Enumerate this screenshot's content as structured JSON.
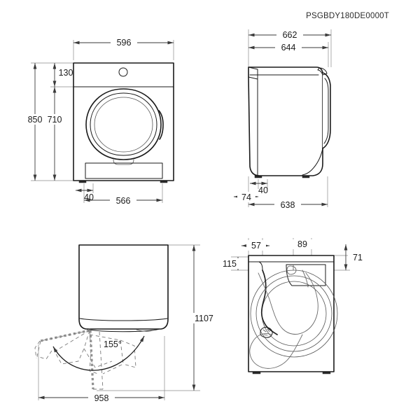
{
  "sheet": {
    "model_code": "PSGBDY180DE0000T",
    "background_color": "#ffffff",
    "line_color": "#1a1a1a",
    "dimension_color": "#3a3a3a"
  },
  "views": {
    "front": {
      "name": "front-view",
      "dimensions": {
        "width_top": "596",
        "panel_height": "130",
        "door_center_height": "710",
        "total_height": "850",
        "foot_inset": "40",
        "foot_span": "566"
      }
    },
    "side": {
      "name": "side-view",
      "dimensions": {
        "depth_with_door": "662",
        "depth_body": "644",
        "foot_inset": "40",
        "rear_offset": "74",
        "depth_base": "638"
      }
    },
    "top_door_swing": {
      "name": "top-view-door-swing",
      "dimensions": {
        "door_open_depth": "1107",
        "door_open_width": "958",
        "door_opening_angle": "155°"
      }
    },
    "rear": {
      "name": "rear-view",
      "dimensions": {
        "left_offset": "57",
        "vent_width": "89",
        "left_drop": "115",
        "right_drop": "71"
      }
    }
  }
}
